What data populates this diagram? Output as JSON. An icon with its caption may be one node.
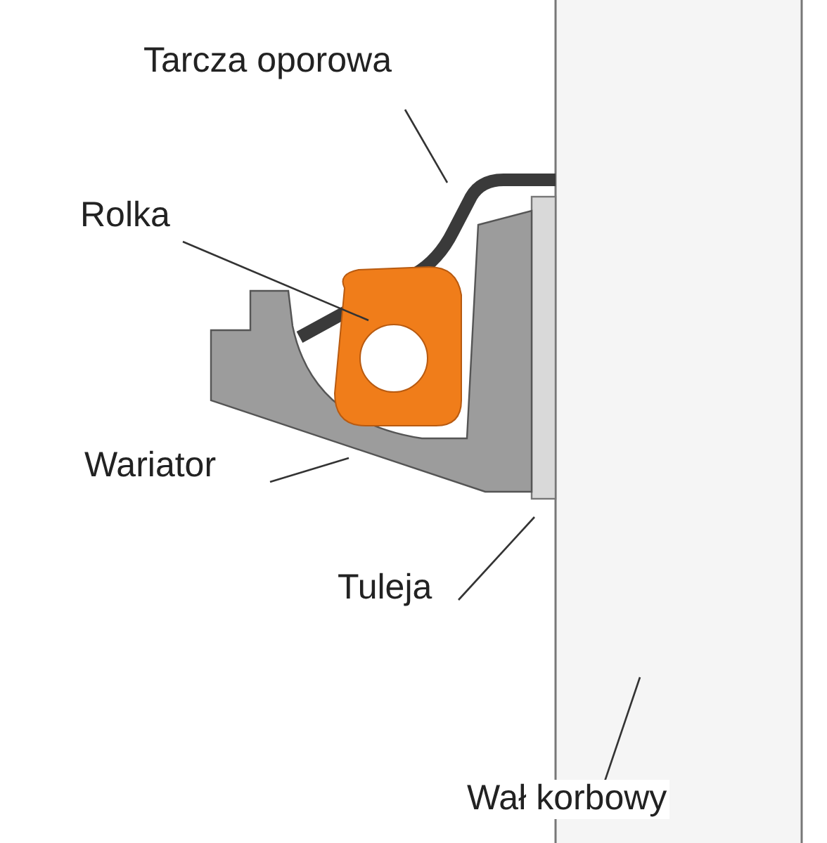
{
  "diagram": {
    "nodes": [
      {
        "text": [
          "Tarcza oporowa"
        ]
      },
      {
        "text": [
          "Rolka"
        ]
      },
      {
        "text": [
          "Wariator"
        ]
      },
      {
        "text": [
          "Tuleja"
        ]
      },
      {
        "text": [
          "Wał korbowy"
        ]
      },
      {
        "text": [],
        "shape": "bar"
      },
      {
        "text": [],
        "shape": "circle"
      },
      {
        "text": [],
        "shape": "box"
      },
      {
        "text": [],
        "shape": "bar"
      },
      {
        "text": [],
        "shape": "bar"
      }
    ],
    "edges": [
      {
        "from": 0,
        "to": 5,
        "arrow": "none"
      },
      {
        "from": 1,
        "to": 6,
        "arrow": "none"
      },
      {
        "from": 2,
        "to": 7,
        "arrow": "none"
      },
      {
        "from": 3,
        "to": 8,
        "arrow": "none"
      },
      {
        "from": 4,
        "to": 9,
        "arrow": "none"
      }
    ]
  }
}
